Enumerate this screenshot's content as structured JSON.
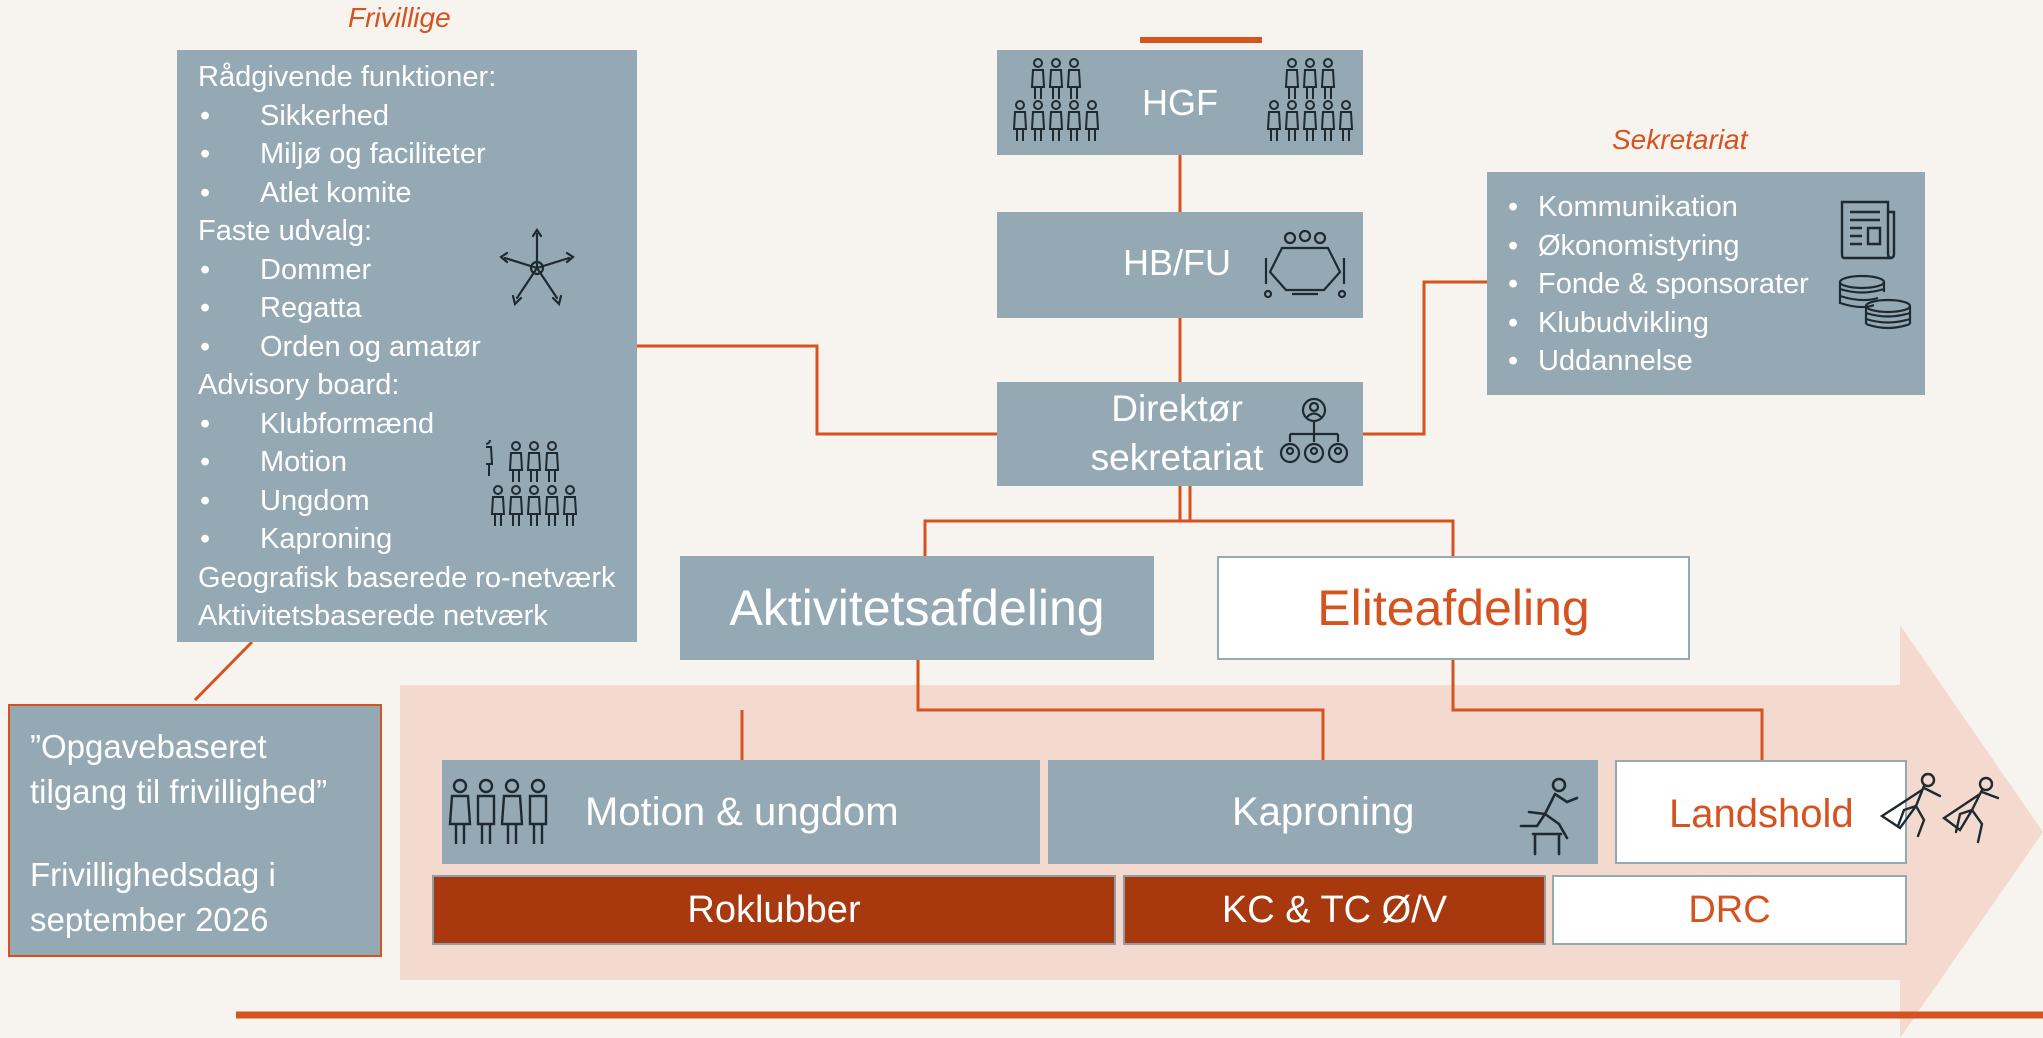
{
  "volunteers": {
    "title": "Frivillige",
    "advisory_heading": "Rådgivende funktioner:",
    "advisory_items": [
      "Sikkerhed",
      "Miljø og faciliteter",
      "Atlet komite"
    ],
    "committees_heading": "Faste udvalg:",
    "committee_items": [
      "Dommer",
      "Regatta",
      "Orden og amatør"
    ],
    "board_heading": "Advisory board:",
    "board_items": [
      "Klubformænd",
      "Motion",
      "Ungdom",
      "Kaproning"
    ],
    "network_1": "Geografisk baserede ro-netværk",
    "network_2": "Aktivitetsbaserede netværk"
  },
  "callout": {
    "quote": "”Opgavebaseret tilgang til frivillighed”",
    "day": "Frivillighedsdag i september 2026"
  },
  "org": {
    "hgf": "HGF",
    "hbfu": "HB/FU",
    "director": "Direktør sekretariat",
    "activity": "Aktivitetsafdeling",
    "elite": "Eliteafdeling",
    "motion": "Motion & ungdom",
    "racing": "Kaproning",
    "national": "Landshold",
    "clubs": "Roklubber",
    "kc_tc": "KC & TC Ø/V",
    "drc": "DRC"
  },
  "secretariat": {
    "title": "Sekretariat",
    "items": [
      "Kommunikation",
      "Økonomistyring",
      "Fonde & sponsorater",
      "Klubudvikling",
      "Uddannelse"
    ]
  },
  "colors": {
    "accent": "#d5531f",
    "box_blue": "#94a9b4",
    "rust": "#a8380e",
    "arrow": "#f4d9ce",
    "background": "#f7f3ee"
  },
  "icons": [
    "people-group-icon",
    "people-in-circle-icon",
    "meeting-table-icon",
    "org-chart-icon",
    "newspaper-icon",
    "coins-icon",
    "hurdler-icon",
    "superhero-icon"
  ]
}
